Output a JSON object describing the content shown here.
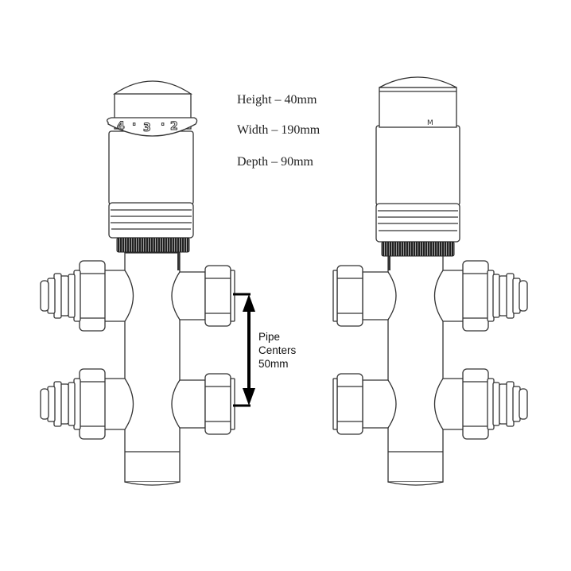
{
  "specs": {
    "height": "Height – 40mm",
    "width": "Width – 190mm",
    "depth": "Depth – 90mm"
  },
  "pipe_centers": {
    "line1": "Pipe",
    "line2": "Centers",
    "line3": "50mm"
  },
  "dial_markings": [
    "4",
    "·",
    "3",
    "·",
    "2"
  ],
  "right_head_marking": "M",
  "colors": {
    "line": "#333333",
    "fill": "#ffffff",
    "arrow": "#000000"
  }
}
